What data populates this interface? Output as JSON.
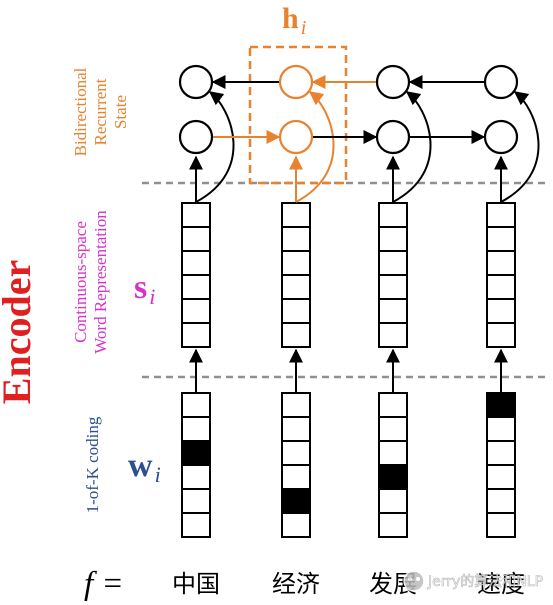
{
  "encoder_label": "Encoder",
  "h_label": {
    "main": "h",
    "sub": "i"
  },
  "s_label": {
    "main": "s",
    "sub": "i"
  },
  "w_label": {
    "main": "w",
    "sub": "i"
  },
  "f_label": "f =",
  "side_labels": {
    "state": [
      "Bidirectional",
      "Recurrent",
      "State"
    ],
    "space": [
      "Continuous-space",
      "Word Representation"
    ],
    "coding": [
      "1-of-K coding"
    ]
  },
  "words": [
    "中国",
    "经济",
    "发展",
    "速度"
  ],
  "watermark": "Jerry的算法和NLP",
  "onehot_filled_index": [
    2,
    4,
    3,
    0
  ],
  "colors": {
    "black": "#000000",
    "orange": "#e8822e",
    "red": "#e02020",
    "magenta": "#d633c8",
    "blue": "#2d4f8f",
    "dash": "#909090"
  }
}
